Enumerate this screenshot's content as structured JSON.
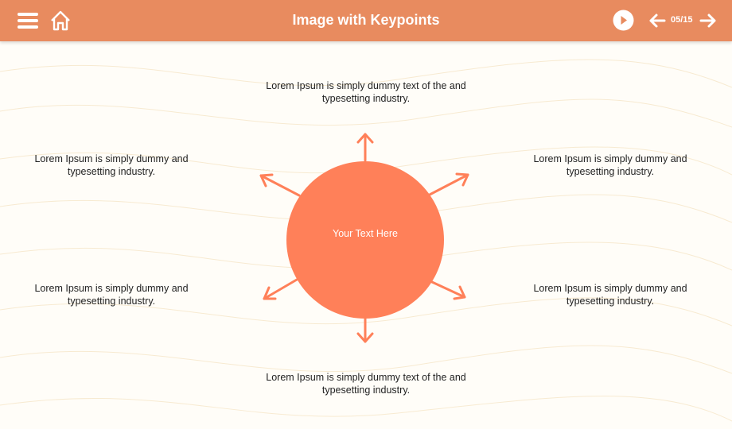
{
  "header": {
    "title": "Image with Keypoints",
    "page_indicator": "05/15"
  },
  "icons": [
    "menu-icon",
    "home-icon",
    "play-icon",
    "arrow-left-icon",
    "arrow-right-icon"
  ],
  "diagram": {
    "center_text": "Your Text Here",
    "keypoints": {
      "top": "Lorem Ipsum is simply dummy text of the and typesetting industry.",
      "upper_left": "Lorem Ipsum is simply dummy and typesetting industry.",
      "upper_right": "Lorem Ipsum is simply dummy and typesetting industry.",
      "lower_left": "Lorem Ipsum is simply dummy and typesetting industry.",
      "lower_right": "Lorem Ipsum is simply dummy and typesetting industry.",
      "bottom": "Lorem Ipsum is simply dummy text of the and typesetting industry."
    }
  },
  "colors": {
    "header": "#e88b5f",
    "accent": "#ff8059"
  }
}
